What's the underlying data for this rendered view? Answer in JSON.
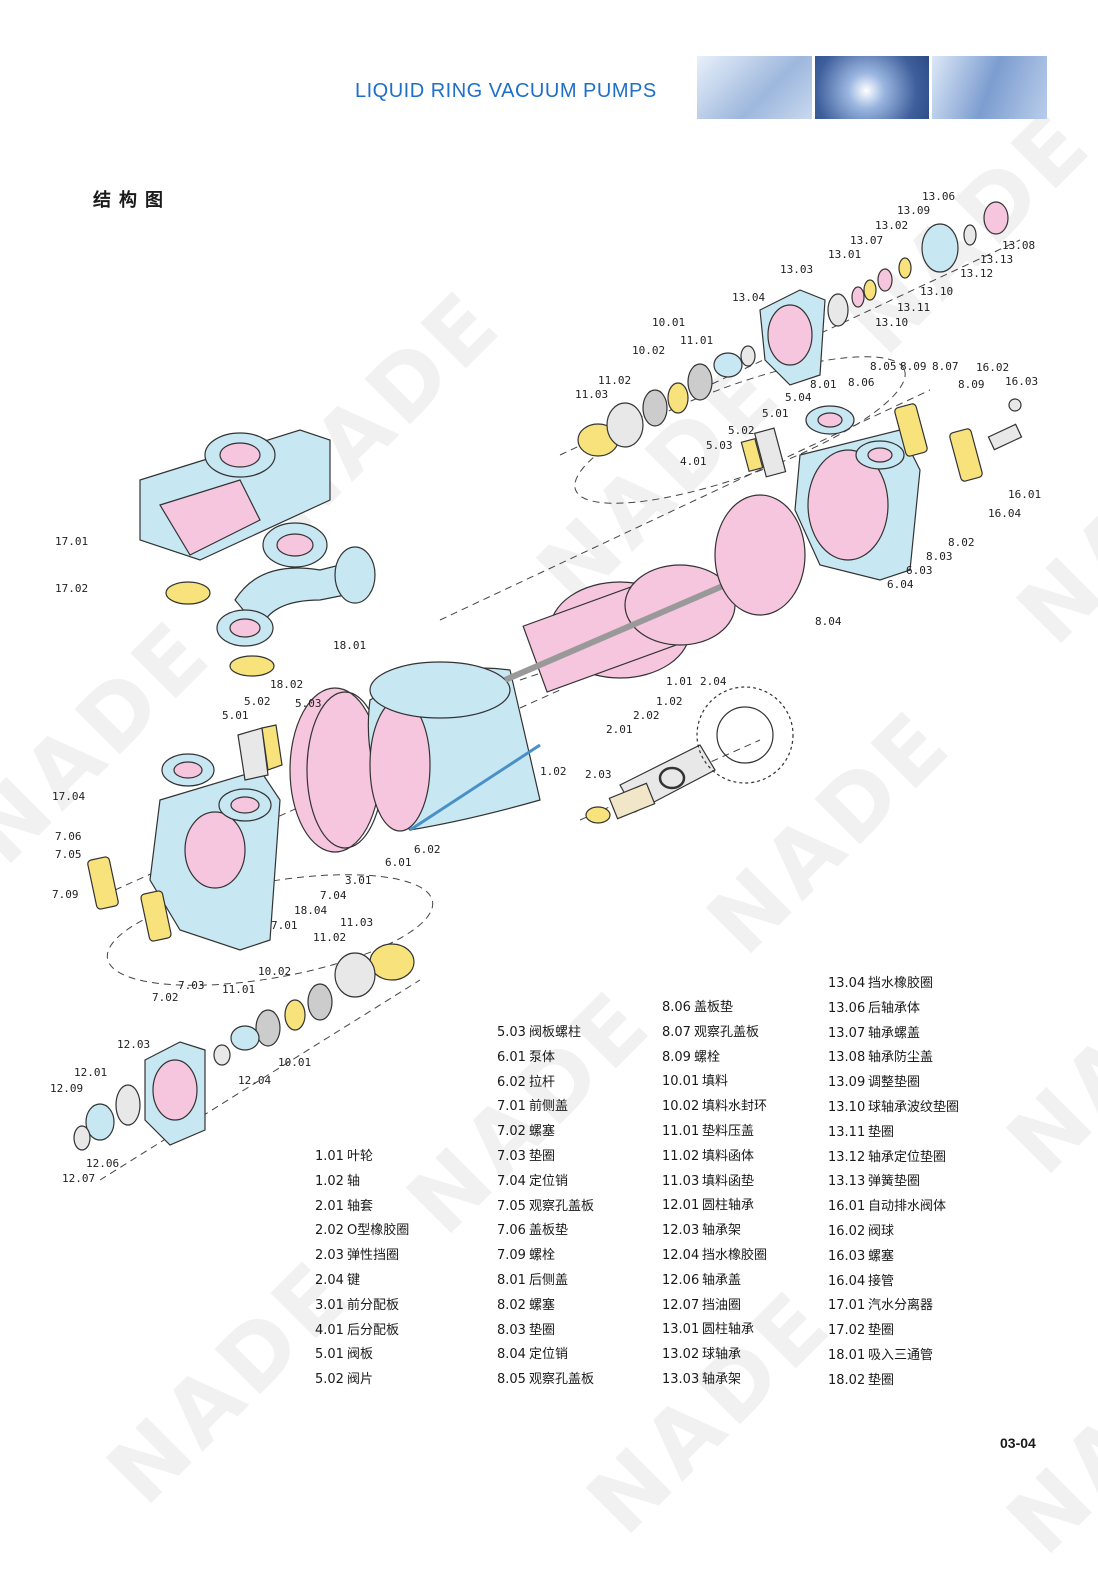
{
  "header": {
    "title": "LIQUID RING VACUUM PUMPS",
    "banner_colors": [
      "#c9d9ef",
      "#6c8fc5",
      "#8aa9d6"
    ]
  },
  "section": {
    "title": "结构图"
  },
  "watermark": {
    "text": "NADE"
  },
  "colors": {
    "housing": "#c7e7f2",
    "impeller": "#f6c5de",
    "gasket": "#f7e27b",
    "outline": "#333333"
  },
  "diagram": {
    "labels": [
      "13.06",
      "13.09",
      "13.08",
      "13.02",
      "13.07",
      "13.13",
      "13.01",
      "13.12",
      "13.03",
      "13.10",
      "13.11",
      "13.10",
      "13.04",
      "10.01",
      "10.02",
      "11.01",
      "11.02",
      "11.03",
      "8.05",
      "8.09",
      "8.07",
      "16.02",
      "8.01",
      "8.06",
      "8.09",
      "16.03",
      "5.04",
      "5.01",
      "5.02",
      "5.03",
      "4.01",
      "16.01",
      "16.04",
      "8.02",
      "8.03",
      "6.03",
      "6.04",
      "8.04",
      "17.01",
      "17.02",
      "18.01",
      "18.02",
      "1.01",
      "2.04",
      "1.02",
      "2.02",
      "2.01",
      "5.02",
      "5.01",
      "5.03",
      "1.02",
      "2.03",
      "17.04",
      "7.06",
      "7.05",
      "7.09",
      "6.02",
      "6.01",
      "3.01",
      "7.04",
      "18.04",
      "7.01",
      "11.03",
      "11.02",
      "7.03",
      "7.02",
      "10.02",
      "11.01",
      "12.03",
      "10.01",
      "12.01",
      "12.04",
      "12.09",
      "12.06",
      "12.07"
    ]
  },
  "legend": {
    "col1": [
      {
        "code": "1.01",
        "name": "叶轮"
      },
      {
        "code": "1.02",
        "name": "轴"
      },
      {
        "code": "2.01",
        "name": "轴套"
      },
      {
        "code": "2.02",
        "name": "O型橡胶圈"
      },
      {
        "code": "2.03",
        "name": "弹性挡圈"
      },
      {
        "code": "2.04",
        "name": "键"
      },
      {
        "code": "3.01",
        "name": "前分配板"
      },
      {
        "code": "4.01",
        "name": "后分配板"
      },
      {
        "code": "5.01",
        "name": "阀板"
      },
      {
        "code": "5.02",
        "name": "阀片"
      }
    ],
    "col2": [
      {
        "code": "5.03",
        "name": "阀板螺柱"
      },
      {
        "code": "6.01",
        "name": "泵体"
      },
      {
        "code": "6.02",
        "name": "拉杆"
      },
      {
        "code": "7.01",
        "name": "前侧盖"
      },
      {
        "code": "7.02",
        "name": "螺塞"
      },
      {
        "code": "7.03",
        "name": "垫圈"
      },
      {
        "code": "7.04",
        "name": "定位销"
      },
      {
        "code": "7.05",
        "name": "观察孔盖板"
      },
      {
        "code": "7.06",
        "name": "盖板垫"
      },
      {
        "code": "7.09",
        "name": "螺栓"
      },
      {
        "code": "8.01",
        "name": "后侧盖"
      },
      {
        "code": "8.02",
        "name": "螺塞"
      },
      {
        "code": "8.03",
        "name": "垫圈"
      },
      {
        "code": "8.04",
        "name": "定位销"
      },
      {
        "code": "8.05",
        "name": "观察孔盖板"
      }
    ],
    "col3": [
      {
        "code": "8.06",
        "name": "盖板垫"
      },
      {
        "code": "8.07",
        "name": "观察孔盖板"
      },
      {
        "code": "8.09",
        "name": "螺栓"
      },
      {
        "code": "10.01",
        "name": "填料"
      },
      {
        "code": "10.02",
        "name": "填料水封环"
      },
      {
        "code": "11.01",
        "name": "垫料压盖"
      },
      {
        "code": "11.02",
        "name": "填料函体"
      },
      {
        "code": "11.03",
        "name": "填料函垫"
      },
      {
        "code": "12.01",
        "name": "圆柱轴承"
      },
      {
        "code": "12.03",
        "name": "轴承架"
      },
      {
        "code": "12.04",
        "name": "挡水橡胶圈"
      },
      {
        "code": "12.06",
        "name": "轴承盖"
      },
      {
        "code": "12.07",
        "name": "挡油圈"
      },
      {
        "code": "13.01",
        "name": "圆柱轴承"
      },
      {
        "code": "13.02",
        "name": "球轴承"
      },
      {
        "code": "13.03",
        "name": "轴承架"
      }
    ],
    "col4": [
      {
        "code": "13.04",
        "name": "挡水橡胶圈"
      },
      {
        "code": "13.06",
        "name": "后轴承体"
      },
      {
        "code": "13.07",
        "name": "轴承螺盖"
      },
      {
        "code": "13.08",
        "name": "轴承防尘盖"
      },
      {
        "code": "13.09",
        "name": "调整垫圈"
      },
      {
        "code": "13.10",
        "name": "球轴承波纹垫圈"
      },
      {
        "code": "13.11",
        "name": "垫圈"
      },
      {
        "code": "13.12",
        "name": "轴承定位垫圈"
      },
      {
        "code": "13.13",
        "name": "弹簧垫圈"
      },
      {
        "code": "16.01",
        "name": "自动排水阀体"
      },
      {
        "code": "16.02",
        "name": "阀球"
      },
      {
        "code": "16.03",
        "name": "螺塞"
      },
      {
        "code": "16.04",
        "name": "接管"
      },
      {
        "code": "17.01",
        "name": "汽水分离器"
      },
      {
        "code": "17.02",
        "name": "垫圈"
      },
      {
        "code": "18.01",
        "name": "吸入三通管"
      },
      {
        "code": "18.02",
        "name": "垫圈"
      }
    ]
  },
  "footer": {
    "page_number": "03-04"
  }
}
